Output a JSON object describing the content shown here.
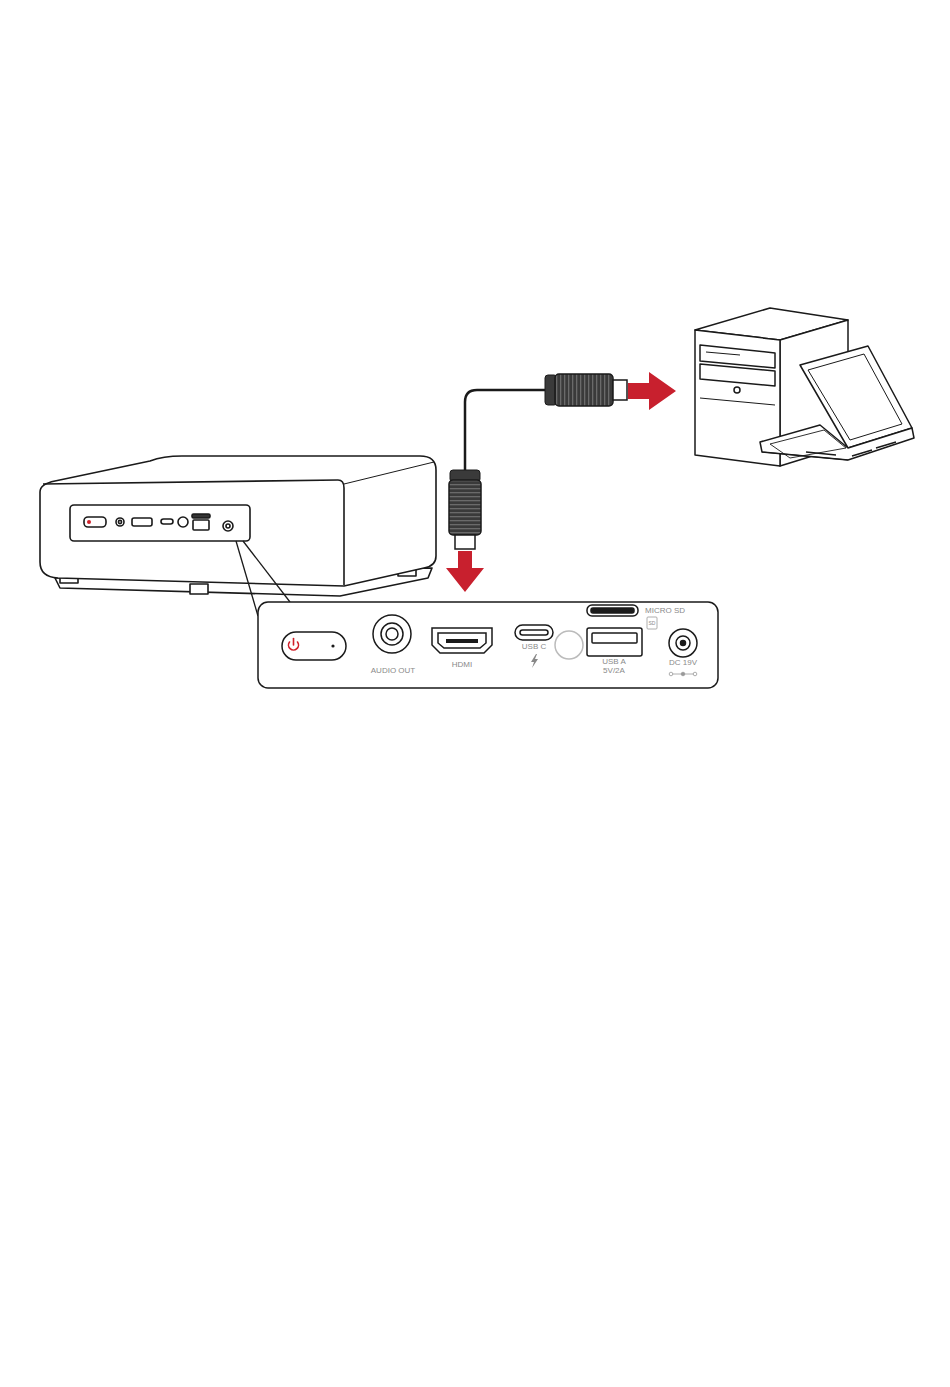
{
  "diagram": {
    "labels": [
      "AUDIO OUT",
      "HDMI",
      "USB C",
      "MICRO SD",
      "SD",
      "USB A",
      "5V/2A",
      "DC 19V"
    ]
  }
}
